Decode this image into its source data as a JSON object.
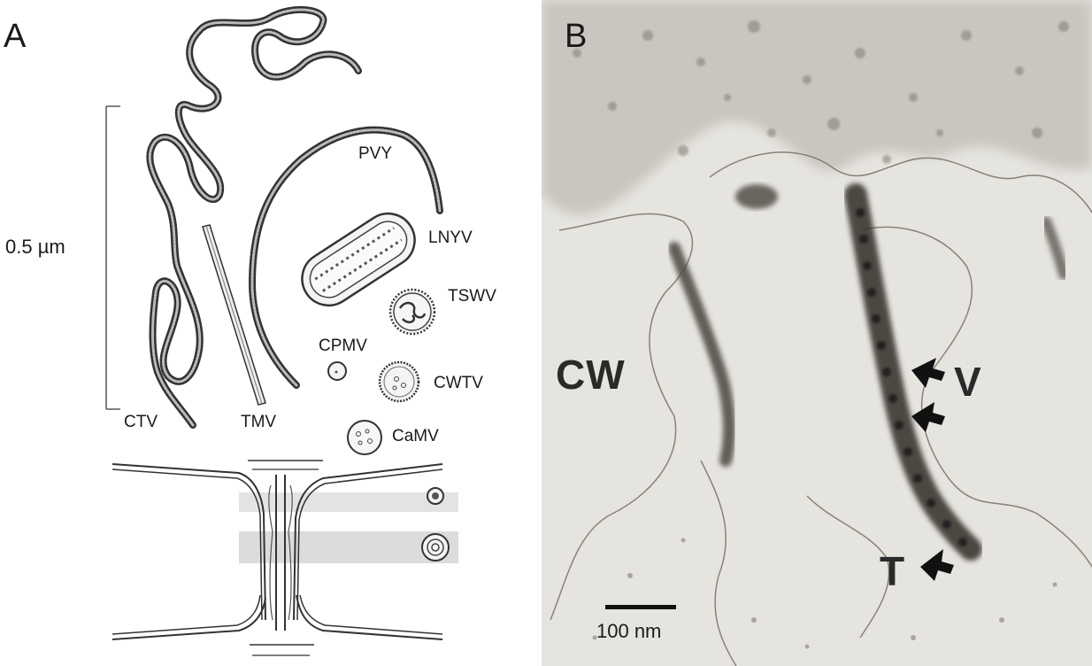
{
  "panel_a": {
    "letter": "A",
    "scale_label": "0.5 µm",
    "viruses": {
      "pvy": "PVY",
      "lnyv": "LNYV",
      "tswv": "TSWV",
      "cpmv": "CPMV",
      "cwtv": "CWTV",
      "camv": "CaMV",
      "ctv": "CTV",
      "tmv": "TMV"
    }
  },
  "panel_b": {
    "letter": "B",
    "cell_wall_label": "CW",
    "virus_label": "V",
    "tubule_label": "T",
    "scale_bar_label": "100 nm"
  }
}
